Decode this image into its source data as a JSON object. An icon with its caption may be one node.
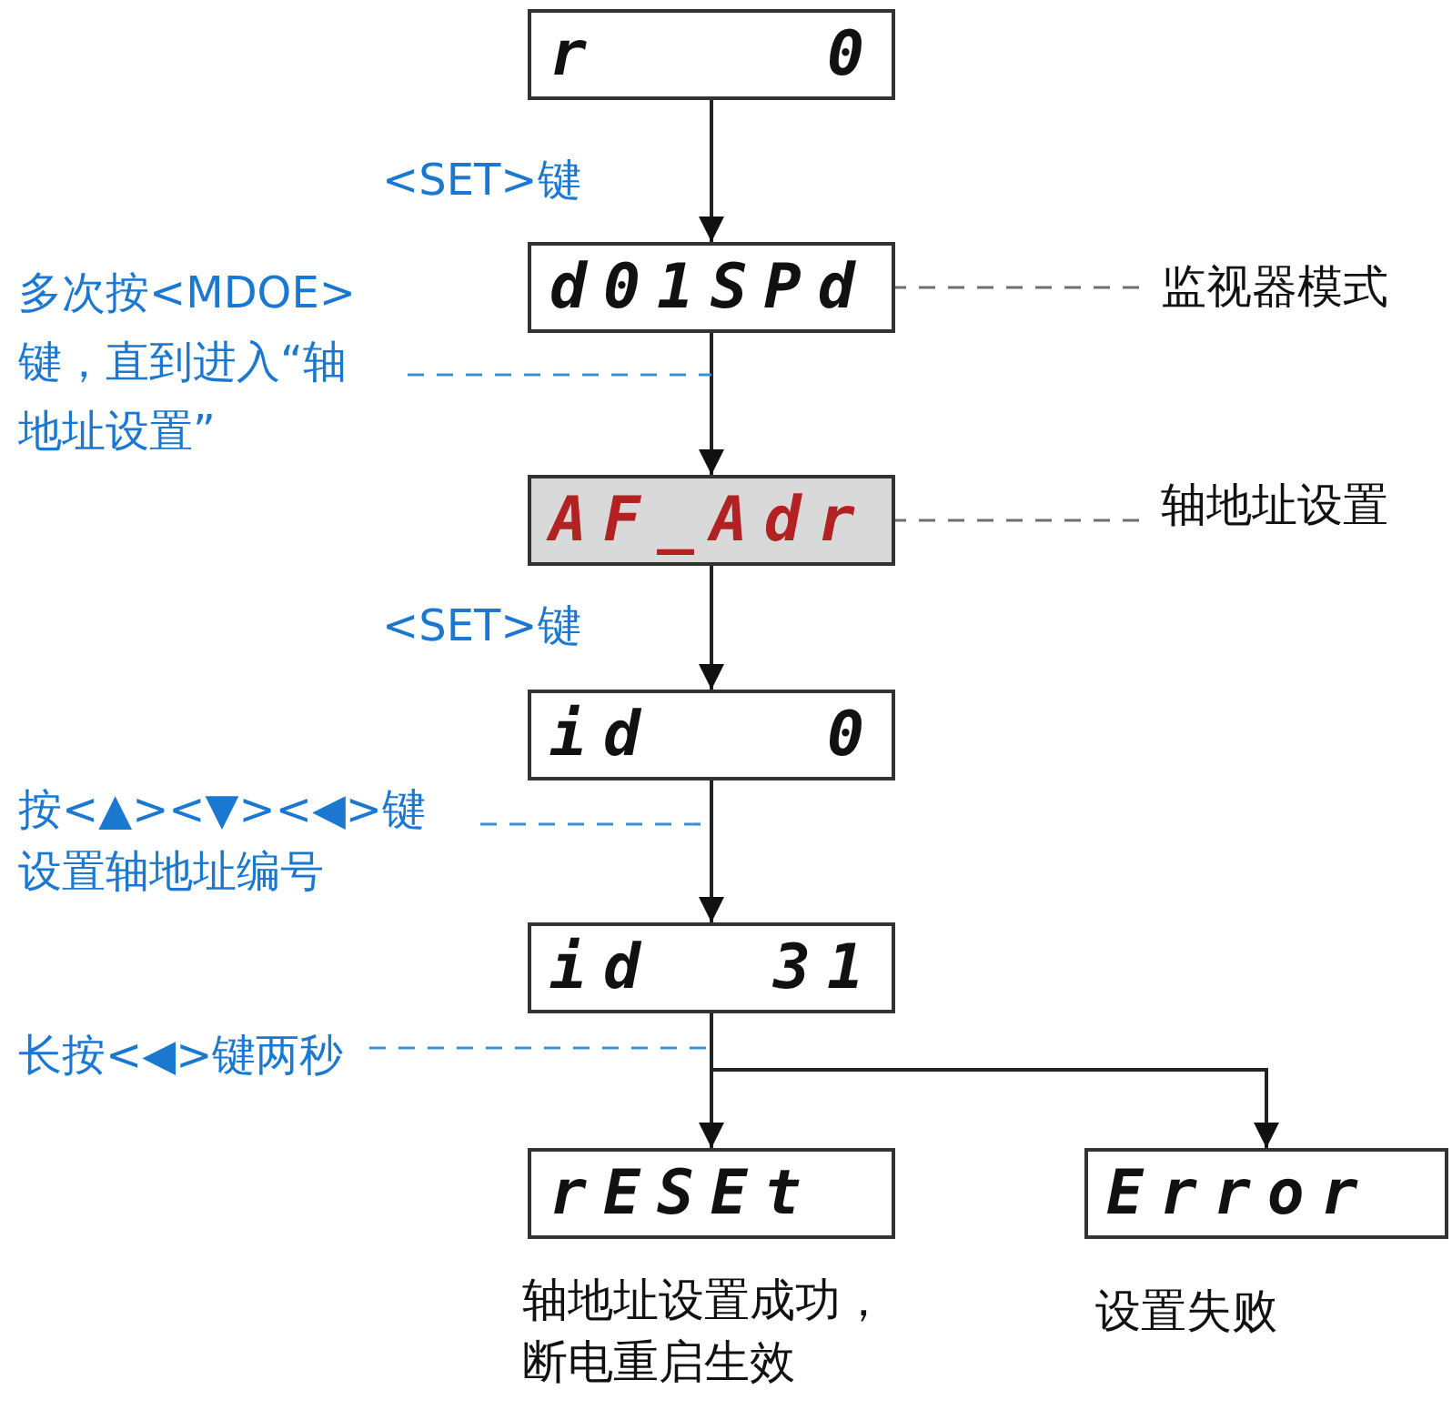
{
  "diagram": {
    "nodes": [
      {
        "text": [
          "r",
          "0"
        ]
      },
      {
        "text": [
          "d01SPd"
        ]
      },
      {
        "text": [
          "AF_Adr"
        ]
      },
      {
        "text": [
          "id",
          "0"
        ]
      },
      {
        "text": [
          "id",
          "31"
        ]
      },
      {
        "text": [
          "rESEt"
        ],
        "beside": [
          "轴地址设置成功，断电重启生效"
        ]
      },
      {
        "text": [
          "Error"
        ],
        "beside": [
          "设置失败"
        ]
      },
      {
        "text": [
          "多次按<MDOE>键，直到进入“轴地址设置”"
        ]
      },
      {
        "text": [
          "按<▲><▼><◀>键设置轴地址编号"
        ]
      },
      {
        "text": [
          "长按<◀>键两秒"
        ]
      },
      {
        "text": [
          "监视器模式"
        ]
      },
      {
        "text": [
          "轴地址设置"
        ]
      }
    ],
    "edges": [
      {
        "from": 0,
        "to": 1,
        "arrow": "to",
        "label": "<SET>键"
      },
      {
        "from": 1,
        "to": 2,
        "arrow": "to"
      },
      {
        "from": 2,
        "to": 3,
        "arrow": "to",
        "label": "<SET>键"
      },
      {
        "from": 3,
        "to": 4,
        "arrow": "to"
      },
      {
        "from": 4,
        "to": 5,
        "arrow": "to"
      },
      {
        "from": 4,
        "to": 6,
        "arrow": "to"
      },
      {
        "from": 7,
        "to": null,
        "arrow": "none",
        "style": "dashed",
        "color": "#3d8fd6"
      },
      {
        "from": 8,
        "to": null,
        "arrow": "none",
        "style": "dashed",
        "color": "#3d8fd6"
      },
      {
        "from": 9,
        "to": null,
        "arrow": "none",
        "style": "dashed",
        "color": "#3d8fd6"
      },
      {
        "from": 10,
        "to": 1,
        "arrow": "none",
        "style": "dashed",
        "color": "#707070"
      },
      {
        "from": 11,
        "to": 2,
        "arrow": "none",
        "style": "dashed",
        "color": "#707070"
      }
    ]
  }
}
